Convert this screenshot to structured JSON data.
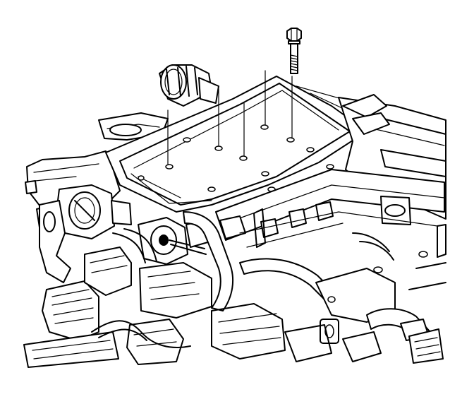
{
  "figure": {
    "kind": "line-art engine illustration",
    "colors": {
      "ink": "#000000",
      "paper": "#ffffff"
    },
    "parts": [
      "bolt",
      "intake-plenum-cover",
      "throttle-body",
      "intake-elbow",
      "fuel-rail",
      "spark-plug-wires",
      "valve-cover",
      "coolant-hoses",
      "wiring-harness"
    ]
  }
}
